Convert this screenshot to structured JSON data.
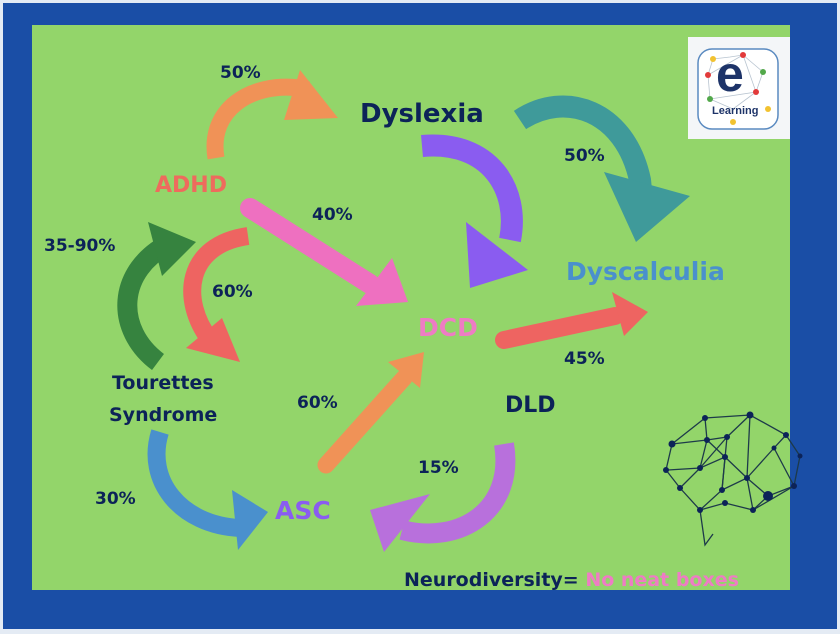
{
  "title": "Neurodiversity co-occurrence diagram",
  "colors": {
    "frame": "#1a4ea6",
    "background": "#93d56a",
    "text_dark": "#0c2358",
    "adhd": "#ee6b5d",
    "dcd": "#ee7cc4",
    "asc": "#8a5cf0",
    "dyscalculia": "#4a90cd"
  },
  "nodes": {
    "adhd": "ADHD",
    "dyslexia": "Dyslexia",
    "dyscalculia": "Dyscalculia",
    "dcd": "DCD",
    "tourettes_line1": "Tourettes",
    "tourettes_line2": "Syndrome",
    "asc": "ASC",
    "dld": "DLD"
  },
  "links": [
    {
      "from": "ADHD",
      "to": "Dyslexia",
      "label": "50%",
      "color": "#f09257"
    },
    {
      "from": "Dyslexia",
      "to": "Dyscalculia",
      "label": "50%",
      "color": "#3f9a9a"
    },
    {
      "from": "Dyslexia",
      "to": "DCD",
      "label": "",
      "color": "#8a5cf0"
    },
    {
      "from": "ADHD",
      "to": "DCD",
      "label": "40%",
      "color": "#ee70c0"
    },
    {
      "from": "Tourettes Syndrome",
      "to": "ADHD",
      "label": "35-90%",
      "color": "#36833f"
    },
    {
      "from": "ADHD",
      "to": "Tourettes Syndrome",
      "label": "60%",
      "color": "#ee6461"
    },
    {
      "from": "DCD",
      "to": "Dyscalculia",
      "label": "45%",
      "color": "#ee6461"
    },
    {
      "from": "ASC",
      "to": "DCD",
      "label": "60%",
      "color": "#f09257"
    },
    {
      "from": "Tourettes Syndrome",
      "to": "ASC",
      "label": "30%",
      "color": "#4a90cd"
    },
    {
      "from": "DLD",
      "to": "ASC",
      "label": "15%",
      "color": "#b870dc"
    }
  ],
  "logo": {
    "letter": "e",
    "text": "Learning"
  },
  "footer": {
    "prefix": "Neurodiversity=",
    "highlight": "No neat boxes"
  }
}
